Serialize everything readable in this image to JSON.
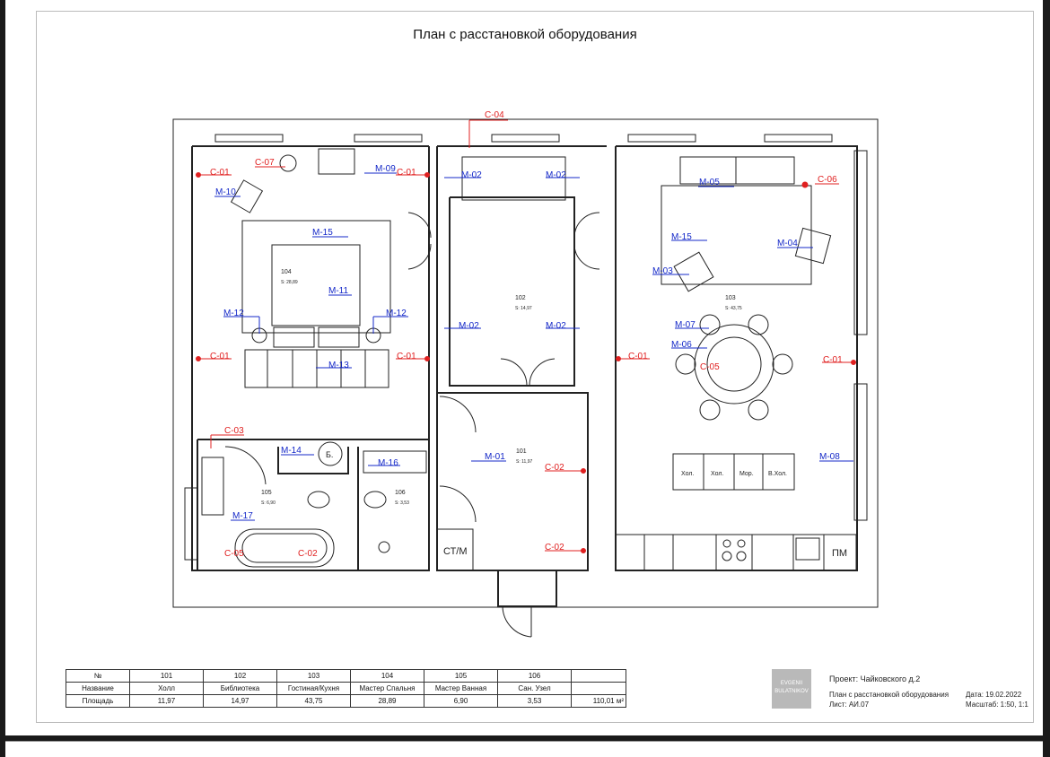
{
  "title": "План с расстановкой оборудования",
  "rooms": [
    {
      "no": "101",
      "area": "11,97",
      "plan_area": "S: 11,97"
    },
    {
      "no": "102",
      "area": "14,97",
      "plan_area": "S: 14,97"
    },
    {
      "no": "103",
      "area": "43,75",
      "plan_area": "S: 43,75"
    },
    {
      "no": "104",
      "area": "28,89",
      "plan_area": "S: 28,89"
    },
    {
      "no": "105",
      "area": "6,90",
      "plan_area": "S: 6,90"
    },
    {
      "no": "106",
      "area": "3,53",
      "plan_area": "S: 3,53"
    }
  ],
  "table": {
    "row_no": "№",
    "row_name": "Название",
    "row_area": "Площадь",
    "names": [
      "Холл",
      "Библиотека",
      "Гостиная/Кухня",
      "Мастер Спальня",
      "Мастер Ванная",
      "Сан. Узел"
    ],
    "total": "110,01 м²"
  },
  "labels": {
    "c01": "C-01",
    "c02": "C-02",
    "c03": "C-03",
    "c04": "C-04",
    "c05": "C-05",
    "c06": "C-06",
    "c07": "C-07",
    "m01": "M-01",
    "m02": "M-02",
    "m03": "M-03",
    "m04": "M-04",
    "m05": "M-05",
    "m06": "M-06",
    "m07": "M-07",
    "m08": "M-08",
    "m09": "M-09",
    "m10": "M-10",
    "m11": "M-11",
    "m12": "M-12",
    "m13": "M-13",
    "m14": "M-14",
    "m15": "M-15",
    "m16": "M-16",
    "m17": "M-17"
  },
  "fixtures": {
    "fridge1": "Хол.",
    "fridge2": "Хол.",
    "freezer": "Мор.",
    "wine": "В.Хол.",
    "st_m": "СТ/М",
    "pm": "ПМ",
    "b": "Б."
  },
  "title_block": {
    "logo": "EVGENII BULATNIKOV",
    "project": "Проект: Чайковского д.2",
    "sheet_name": "План с расстановкой оборудования",
    "sheet_no": "Лист: АИ.07",
    "date": "Дата: 19.02.2022",
    "scale": "Масштаб:  1:50, 1:1"
  },
  "colors": {
    "wall": "#222222",
    "red": "#e02020",
    "blue": "#1428c8"
  }
}
